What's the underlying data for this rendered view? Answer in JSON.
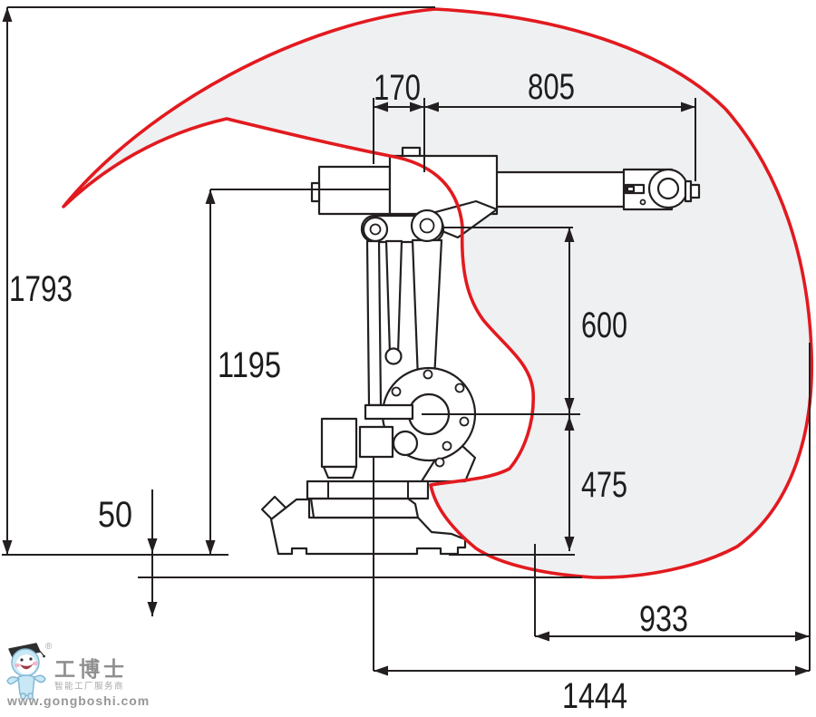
{
  "diagram": {
    "dims": {
      "d1793": "1793",
      "d1195": "1195",
      "d170": "170",
      "d805": "805",
      "d600": "600",
      "d475": "475",
      "d50": "50",
      "d933": "933",
      "d1444": "1444"
    },
    "colors": {
      "envelope_stroke": "#e21a1f",
      "envelope_fill": "#eef0f2",
      "line": "#231f20"
    }
  },
  "logo": {
    "brand": "工博士",
    "tagline": "智能工厂服务商",
    "website": "www.gongboshi.com",
    "registered": "®"
  }
}
